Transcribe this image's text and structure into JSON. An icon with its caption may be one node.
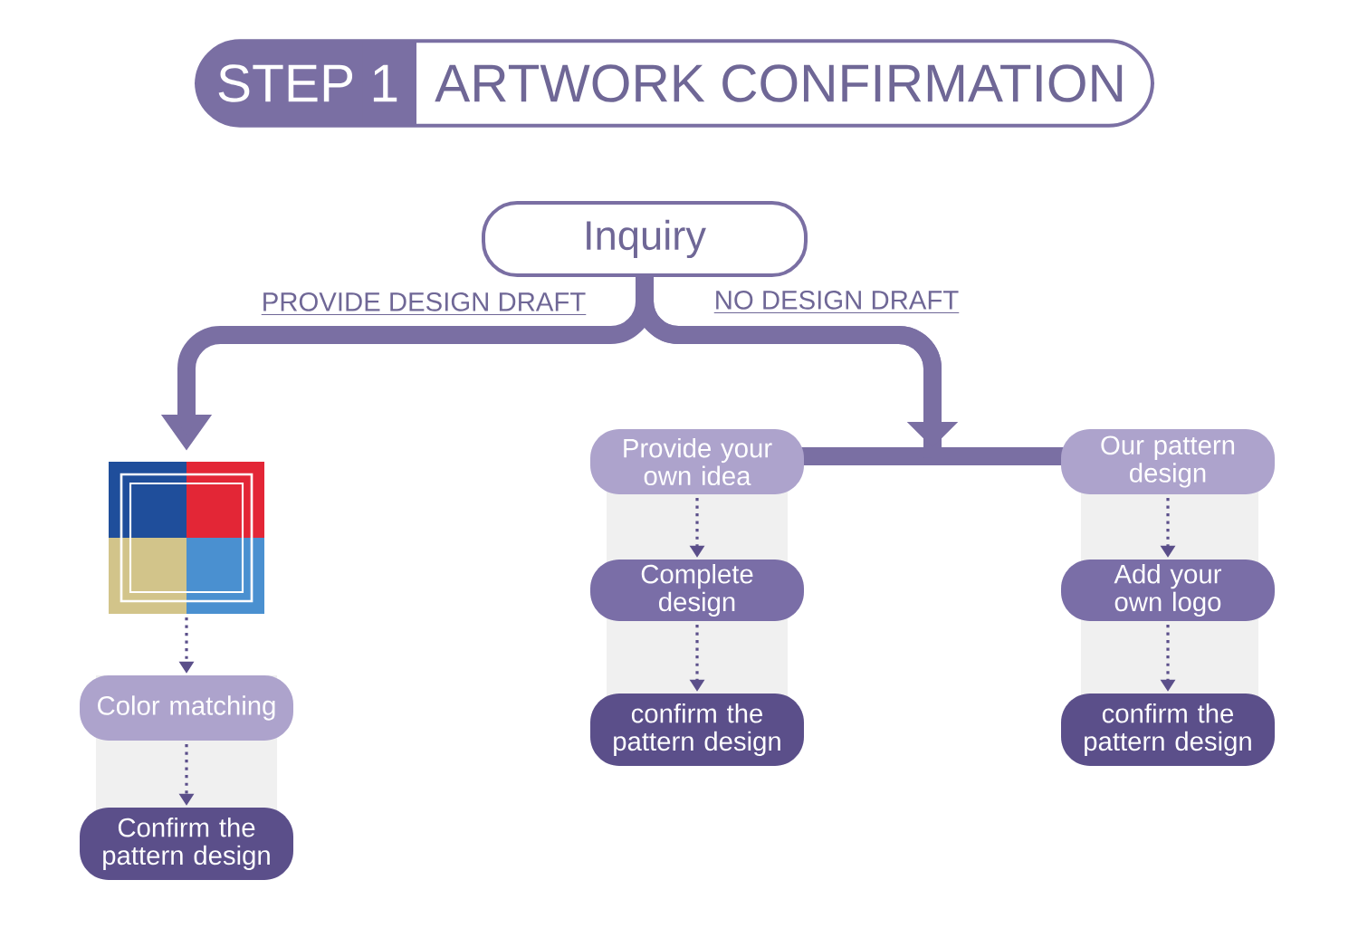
{
  "diagram": {
    "nodes": [
      {
        "text": [
          "STEP 1",
          "ARTWORK CONFIRMATION"
        ]
      },
      {
        "text": [
          "Inquiry"
        ]
      },
      {
        "text": [],
        "shape": "picture"
      },
      {
        "text": [
          "Color matching"
        ]
      },
      {
        "text": [
          "Confirm the pattern design"
        ]
      },
      {
        "text": [
          "Provide your own idea"
        ]
      },
      {
        "text": [
          "Complete design"
        ]
      },
      {
        "text": [
          "confirm the pattern design"
        ]
      },
      {
        "text": [
          "Our pattern design"
        ]
      },
      {
        "text": [
          "Add your own logo"
        ]
      },
      {
        "text": [
          "confirm the pattern design"
        ]
      }
    ],
    "edges": [
      {
        "from": 1,
        "to": 2,
        "arrow": "to",
        "label": "PROVIDE DESIGN DRAFT",
        "style": "thick"
      },
      {
        "from": 1,
        "to": 5,
        "arrow": "to",
        "label": "NO DESIGN DRAFT",
        "style": "thick"
      },
      {
        "from": 1,
        "to": 8,
        "arrow": "to",
        "style": "thick"
      },
      {
        "from": 2,
        "to": 3,
        "arrow": "to",
        "style": "dashed"
      },
      {
        "from": 3,
        "to": 4,
        "arrow": "to",
        "style": "dashed"
      },
      {
        "from": 5,
        "to": 6,
        "arrow": "to",
        "style": "dashed"
      },
      {
        "from": 6,
        "to": 7,
        "arrow": "to",
        "style": "dashed"
      },
      {
        "from": 8,
        "to": 9,
        "arrow": "to",
        "style": "dashed"
      },
      {
        "from": 9,
        "to": 10,
        "arrow": "to",
        "style": "dashed"
      }
    ]
  }
}
